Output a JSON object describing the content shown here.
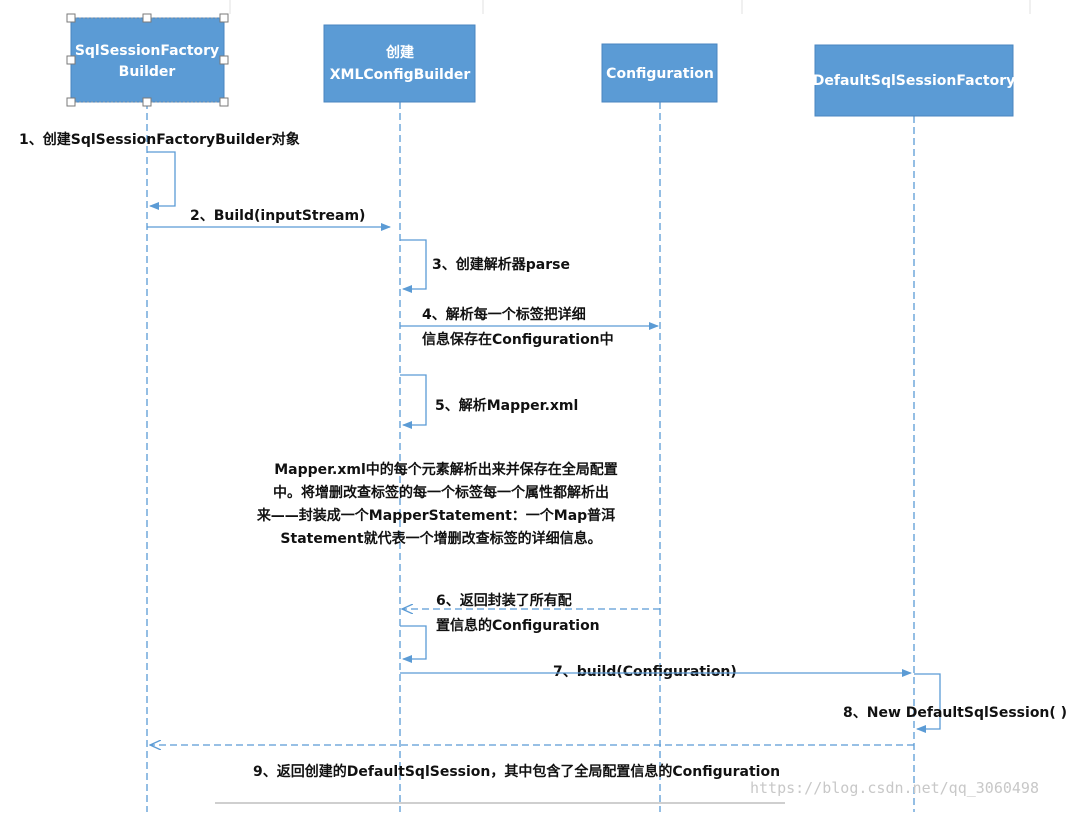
{
  "participants": [
    {
      "id": "builder",
      "lines": [
        "SqlSessionFactory",
        "Builder"
      ]
    },
    {
      "id": "xml",
      "lines": [
        "创建",
        "XMLConfigBuilder"
      ]
    },
    {
      "id": "config",
      "lines": [
        "Configuration"
      ]
    },
    {
      "id": "factory",
      "lines": [
        "DefaultSqlSessionFactory"
      ]
    }
  ],
  "messages": [
    {
      "id": "m1",
      "lines": [
        "1、创建SqlSessionFactoryBuilder对象"
      ]
    },
    {
      "id": "m2",
      "lines": [
        "2、Build(inputStream)"
      ]
    },
    {
      "id": "m3",
      "lines": [
        "3、创建解析器parse"
      ]
    },
    {
      "id": "m4",
      "lines": [
        "4、解析每一个标签把详细",
        "信息保存在Configuration中"
      ]
    },
    {
      "id": "m5",
      "lines": [
        "5、解析Mapper.xml"
      ]
    },
    {
      "id": "m6",
      "lines": [
        "6、返回封装了所有配",
        "置信息的Configuration"
      ]
    },
    {
      "id": "m7",
      "lines": [
        "7、build(Configuration)"
      ]
    },
    {
      "id": "m8",
      "lines": [
        "8、New DefaultSqlSession( )"
      ]
    },
    {
      "id": "m9",
      "lines": [
        "9、返回创建的DefaultSqlSession，其中包含了全局配置信息的Configuration"
      ]
    }
  ],
  "note": {
    "lines": [
      "Mapper.xml中的每个元素解析出来并保存在全局配置",
      "中。将增删改查标签的每一个标签每一个属性都解析出",
      "来——封装成一个MapperStatement：一个Map普洱",
      "Statement就代表一个增删改查标签的详细信息。"
    ]
  },
  "watermark": "https://blog.csdn.net/qq_3060498",
  "colors": {
    "box_fill": "#5b9bd5",
    "box_border": "#4a86c0",
    "lifeline": "#5b9bd5",
    "arrow": "#5b9bd5",
    "text": "#111111"
  }
}
